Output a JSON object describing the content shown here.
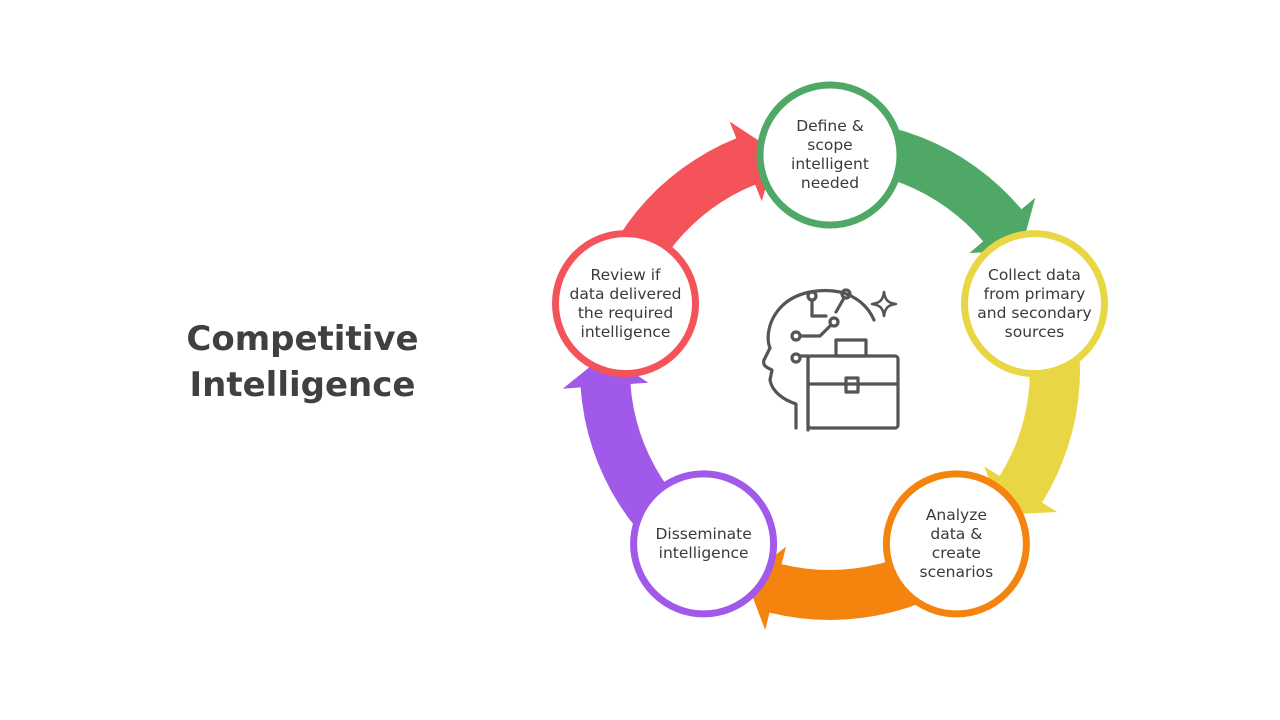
{
  "title": {
    "line1": "Competitive",
    "line2": "Intelligence"
  },
  "colors": {
    "green": "#4FA866",
    "yellow": "#E8D645",
    "orange": "#F5840F",
    "purple": "#A159EA",
    "red": "#F4535A",
    "text": "#404040",
    "icon": "#555555"
  },
  "center_icon": "ai-head-briefcase-icon",
  "steps": [
    {
      "id": "define",
      "color": "green",
      "lines": [
        "Define &",
        "scope",
        "intelligent",
        "needed"
      ]
    },
    {
      "id": "collect",
      "color": "yellow",
      "lines": [
        "Collect data",
        "from primary",
        "and secondary",
        "sources"
      ]
    },
    {
      "id": "analyze",
      "color": "orange",
      "lines": [
        "Analyze",
        "data &",
        "create",
        "scenarios"
      ]
    },
    {
      "id": "disseminate",
      "color": "purple",
      "lines": [
        "Disseminate",
        "intelligence"
      ]
    },
    {
      "id": "review",
      "color": "red",
      "lines": [
        "Review if",
        "data delivered",
        "the required",
        "intelligence"
      ]
    }
  ]
}
